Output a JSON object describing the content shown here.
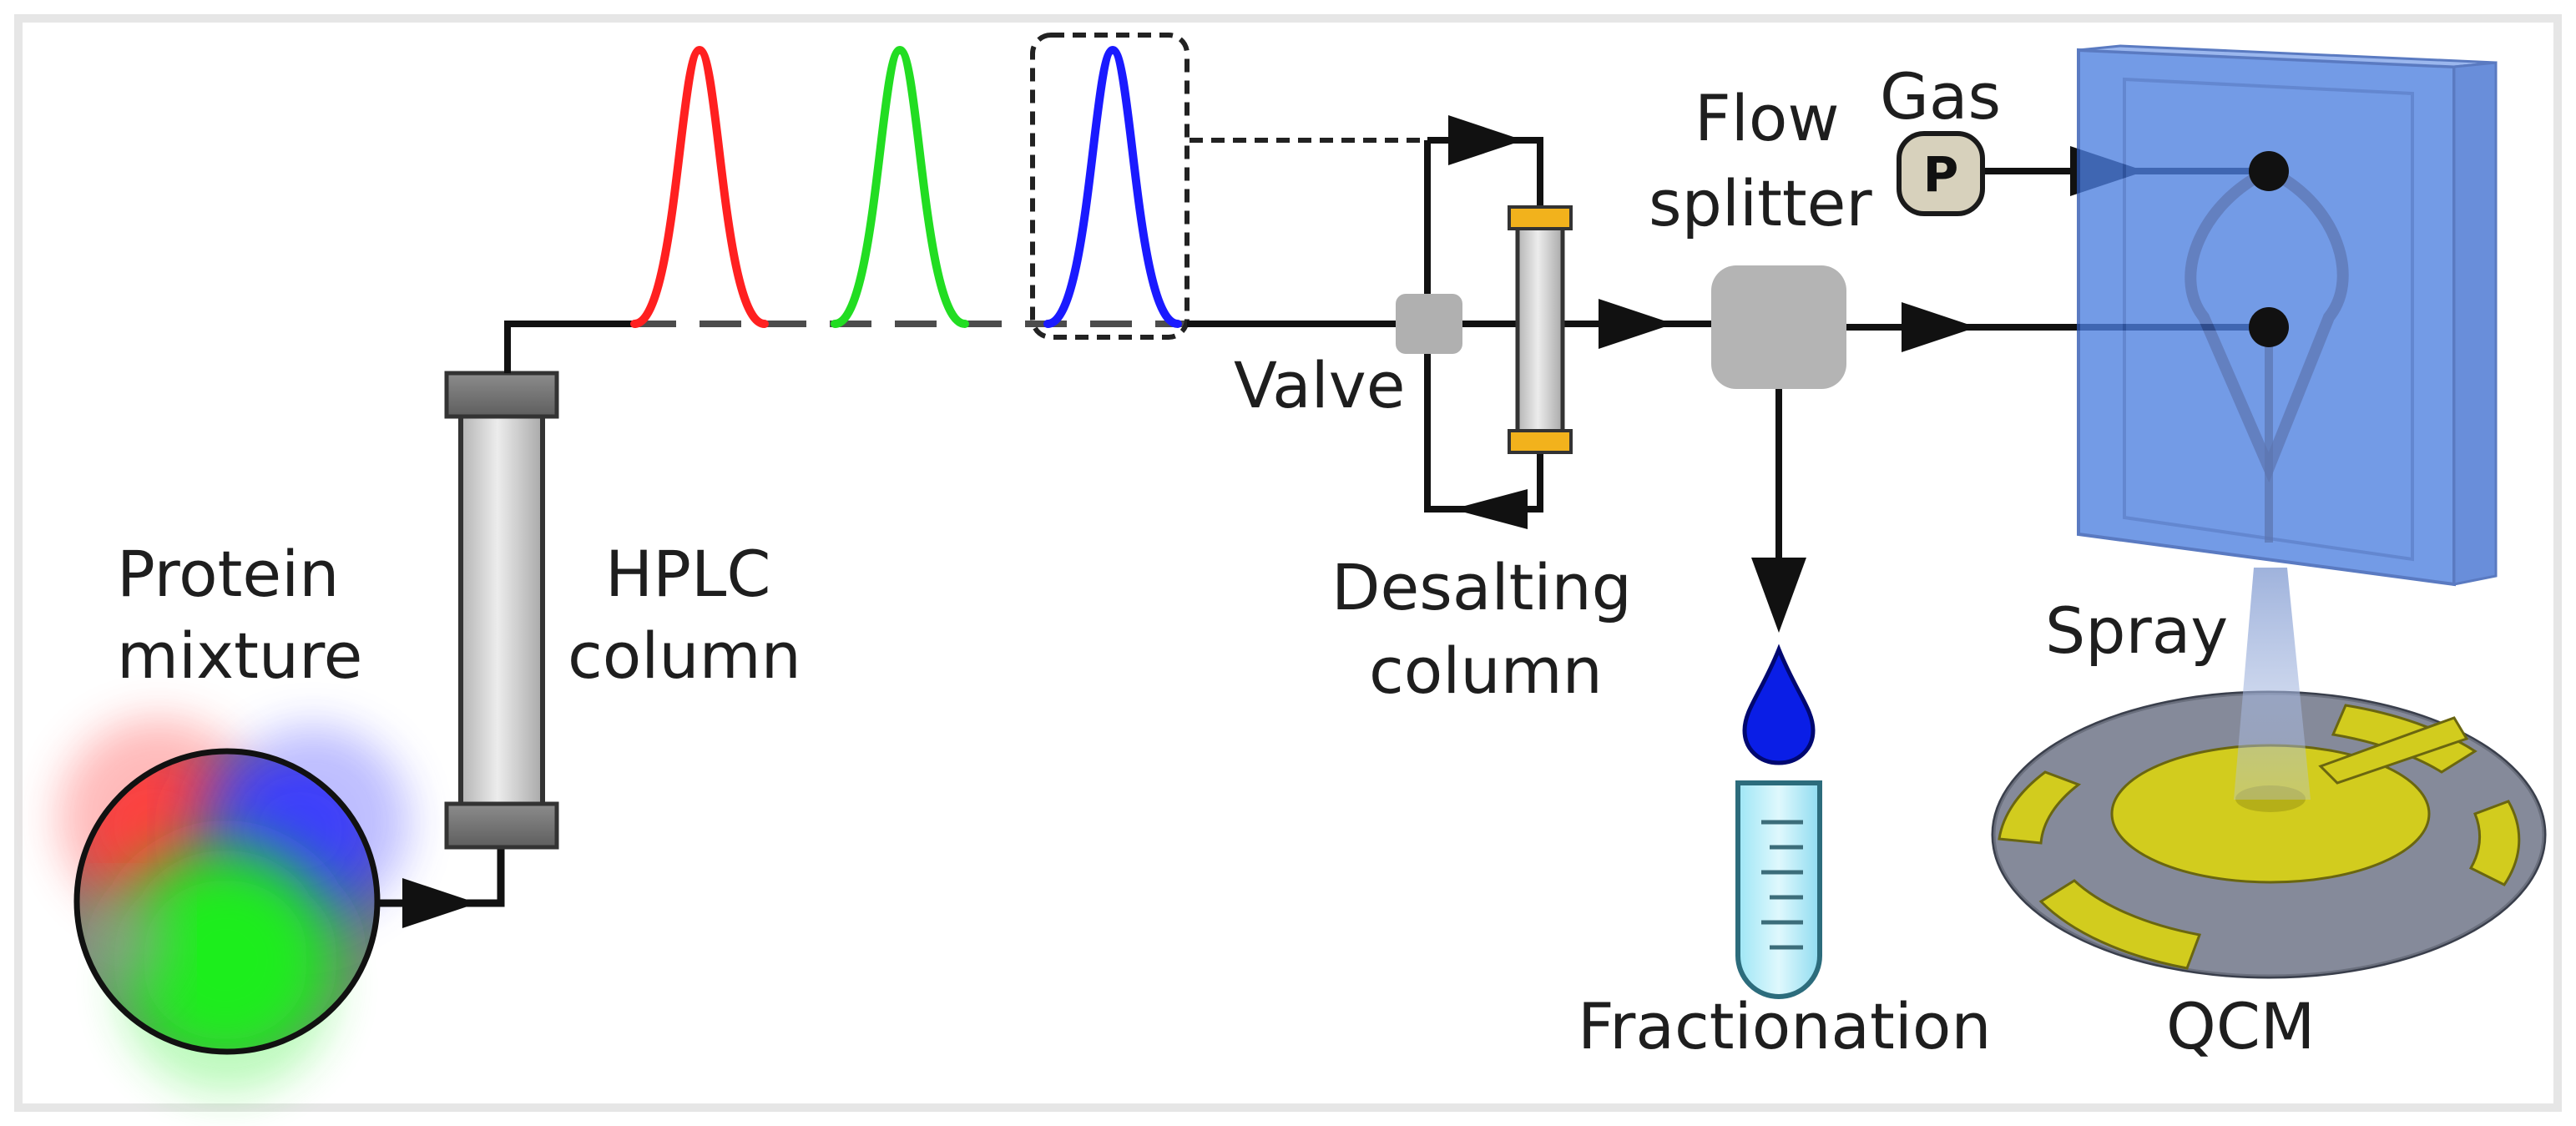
{
  "labels": {
    "protein_mixture": [
      "Protein",
      "mixture"
    ],
    "hplc_column": [
      "HPLC",
      "column"
    ],
    "valve": "Valve",
    "desalting_column": [
      "Desalting",
      "column"
    ],
    "flow_splitter": [
      "Flow",
      "splitter"
    ],
    "gas": "Gas",
    "pump": "P",
    "spray": "Spray",
    "fractionation": "Fractionation",
    "qcm": "QCM"
  },
  "colors": {
    "peak_1": "#ff2020",
    "peak_2": "#22dd22",
    "peak_3": "#1a1aff",
    "chip": "#5b86e0",
    "electrode": "#d2cc1e",
    "column_cap_desalting": "#f2b21c",
    "droplet": "#0a1ee6",
    "tube": "#bfeef8"
  },
  "icons": {
    "mixture": "rgb-blob-circle",
    "pump": "pressure-gauge-icon",
    "droplet": "droplet-icon",
    "tube": "graduated-test-tube-icon"
  }
}
